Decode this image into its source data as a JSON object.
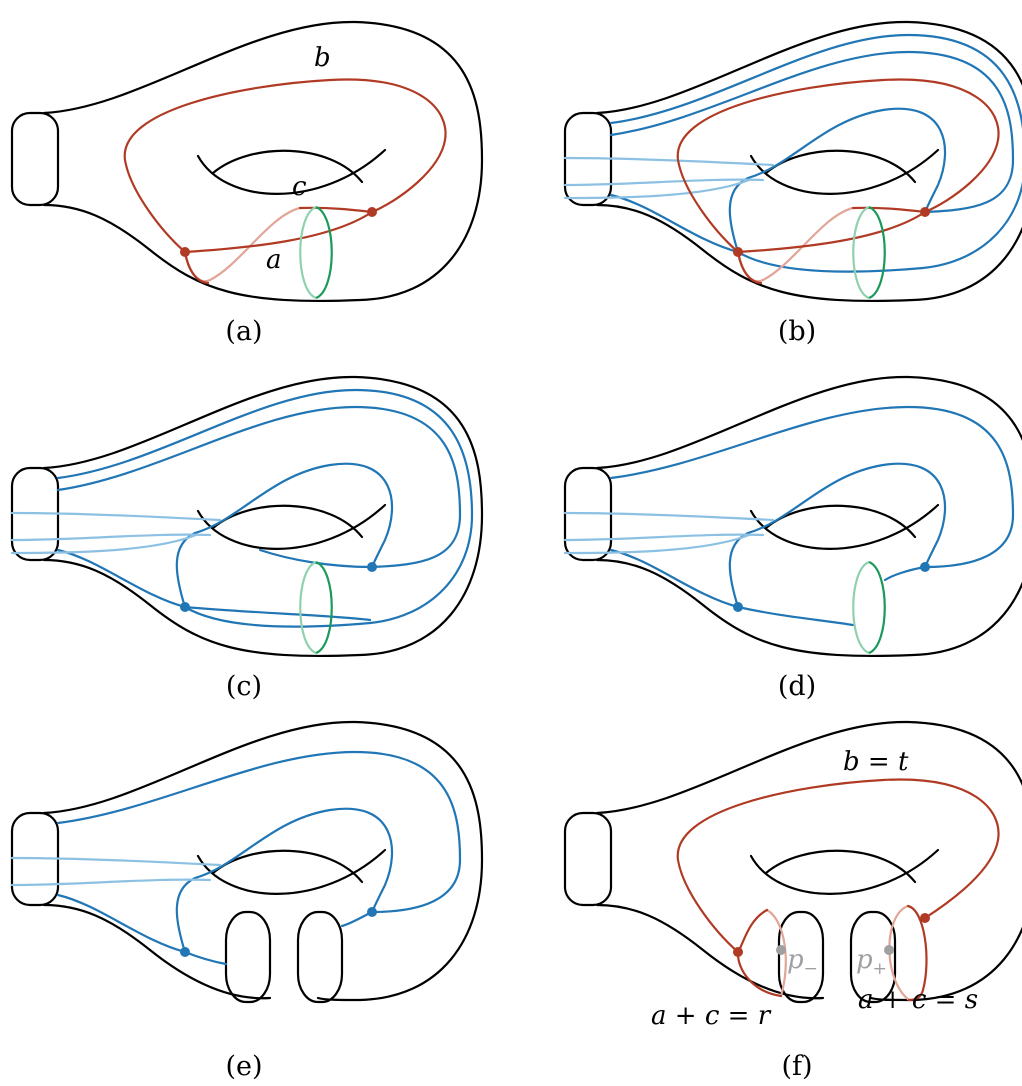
{
  "captions": {
    "a": "(a)",
    "b": "(b)",
    "c": "(c)",
    "d": "(d)",
    "e": "(e)",
    "f": "(f)"
  },
  "labels": {
    "a_b": "b",
    "a_c": "c",
    "a_a": "a",
    "f_bt": "b = t",
    "f_acr": "a + c = r",
    "f_acs": "a + c = s",
    "f_pminus": "p",
    "f_pminus_sub": "−",
    "f_pplus": "p",
    "f_pplus_sub": "+"
  },
  "colors": {
    "red": "#b03a24",
    "blue": "#2176b5",
    "green": "#1a9a5a",
    "grey": "#a0a0a0"
  }
}
